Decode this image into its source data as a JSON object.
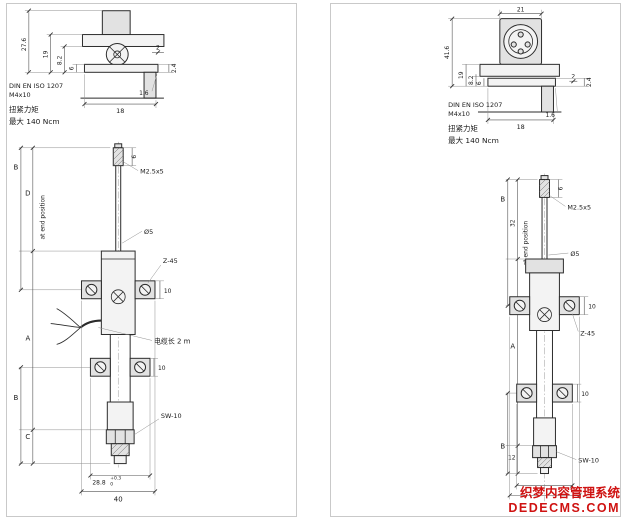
{
  "left": {
    "top_view": {
      "dim_overall": "27.6",
      "dim_19": "19",
      "dim_82": "8.2",
      "dim_6": "6",
      "dim_2": "2",
      "dim_24": "2.4",
      "dim_18": "18",
      "dim_16": "1.6"
    },
    "note": {
      "line1": "DIN EN ISO 1207",
      "line2": "M4x10",
      "line3": "扭紧力矩",
      "line4": "最大 140 Ncm"
    },
    "main_view": {
      "dim_b_top": "B",
      "dim_d": "D",
      "end_position": "at end position",
      "dim_6": "6",
      "thread": "M2.5x5",
      "diameter": "Ø5",
      "clamp": "Z-45",
      "dim_10_upper": "10",
      "dim_a": "A",
      "cable": "电缆长 2 m",
      "dim_10_lower": "10",
      "dim_b_bottom": "B",
      "dim_c": "C",
      "hex": "SW-10",
      "dim_288": "28.8",
      "tol_plus": "+0.3",
      "tol_zero": "0",
      "dim_40": "40"
    }
  },
  "right": {
    "top_view": {
      "dim_21": "21",
      "dim_overall": "41.6",
      "dim_19": "19",
      "dim_82": "8.2",
      "dim_6": "6",
      "dim_2": "2",
      "dim_24": "2.4",
      "dim_18": "18",
      "dim_16": "1.6"
    },
    "note": {
      "line1": "DIN EN ISO 1207",
      "line2": "M4x10",
      "line3": "扭紧力矩",
      "line4": "最大 140 Ncm"
    },
    "main_view": {
      "dim_b_top": "B",
      "dim_32": "32",
      "end_position": "at end position",
      "dim_6": "6",
      "thread": "M2.5x5",
      "diameter": "Ø5",
      "clamp": "Z-45",
      "dim_10_upper": "10",
      "dim_10_lower": "10",
      "dim_a": "A",
      "dim_b_bottom": "B",
      "dim_12": "12",
      "hex": "SW-10"
    }
  },
  "watermark": {
    "line1": "织梦内容管理系统",
    "line2": "DEDECMS.COM"
  }
}
